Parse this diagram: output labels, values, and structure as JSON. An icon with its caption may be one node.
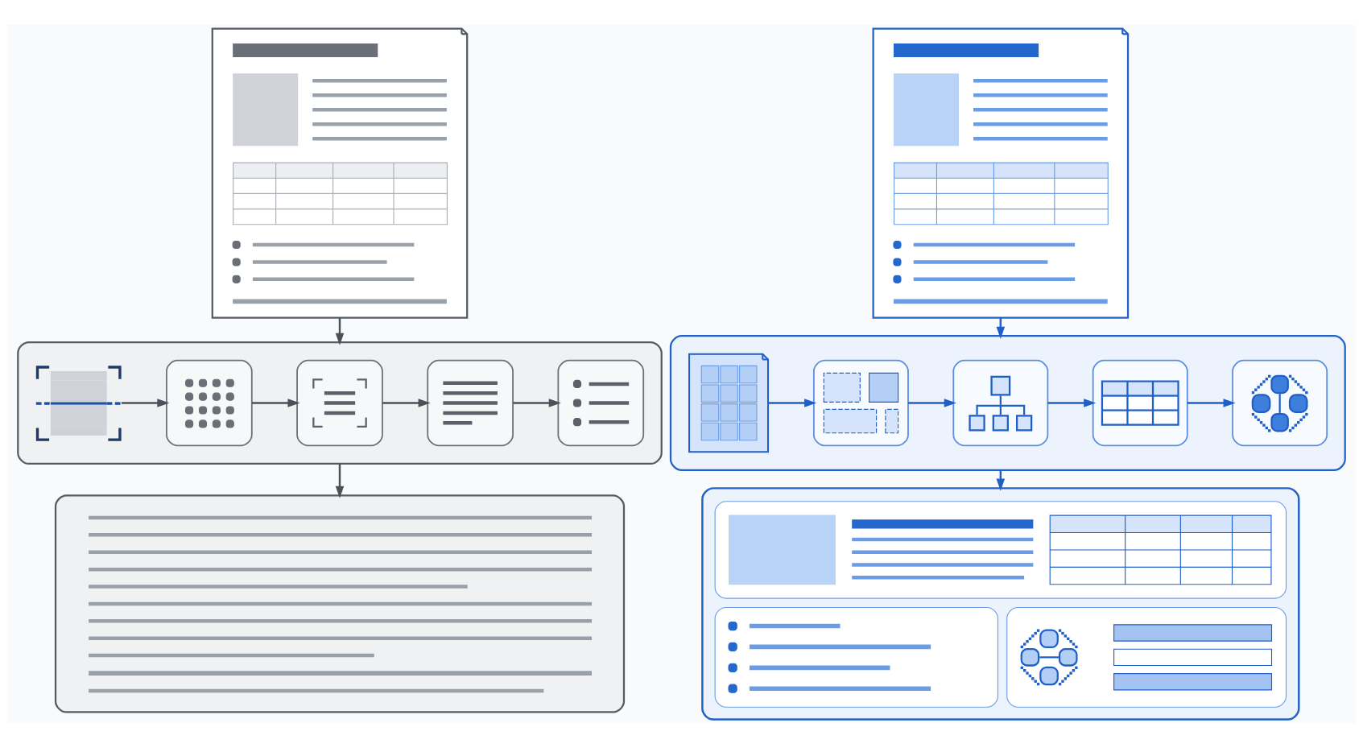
{
  "diagram": {
    "nodes": [
      {
        "text": [],
        "shape": "document"
      },
      {
        "text": [],
        "shape": "box"
      },
      {
        "text": [],
        "shape": "picture",
        "in": 1
      },
      {
        "text": [],
        "shape": "box",
        "in": 1
      },
      {
        "text": [],
        "shape": "box",
        "in": 1
      },
      {
        "text": [],
        "shape": "box",
        "in": 1
      },
      {
        "text": [],
        "shape": "box",
        "in": 1
      },
      {
        "text": [],
        "shape": "box"
      },
      {
        "text": [],
        "shape": "document"
      },
      {
        "text": [],
        "shape": "box"
      },
      {
        "text": [],
        "shape": "document",
        "in": 9
      },
      {
        "text": [],
        "shape": "box",
        "in": 9
      },
      {
        "text": [],
        "shape": "box",
        "in": 9
      },
      {
        "text": [],
        "shape": "box",
        "in": 9
      },
      {
        "text": [],
        "shape": "box",
        "in": 9
      },
      {
        "text": [],
        "shape": "box"
      }
    ],
    "edges": [
      {
        "from": 0,
        "to": 1,
        "arrow": "to"
      },
      {
        "from": 1,
        "to": 7,
        "arrow": "to"
      },
      {
        "from": 2,
        "to": 3,
        "arrow": "to"
      },
      {
        "from": 3,
        "to": 4,
        "arrow": "to"
      },
      {
        "from": 4,
        "to": 5,
        "arrow": "to"
      },
      {
        "from": 5,
        "to": 6,
        "arrow": "to"
      },
      {
        "from": 8,
        "to": 9,
        "arrow": "to",
        "color": "#1f5fc8"
      },
      {
        "from": 9,
        "to": 15,
        "arrow": "to",
        "color": "#1f5fc8"
      },
      {
        "from": 10,
        "to": 11,
        "arrow": "to",
        "color": "#1f5fc8"
      },
      {
        "from": 11,
        "to": 12,
        "arrow": "to",
        "color": "#1f5fc8"
      },
      {
        "from": 12,
        "to": 13,
        "arrow": "to",
        "color": "#1f5fc8"
      },
      {
        "from": 13,
        "to": 14,
        "arrow": "to",
        "color": "#1f5fc8"
      }
    ]
  }
}
